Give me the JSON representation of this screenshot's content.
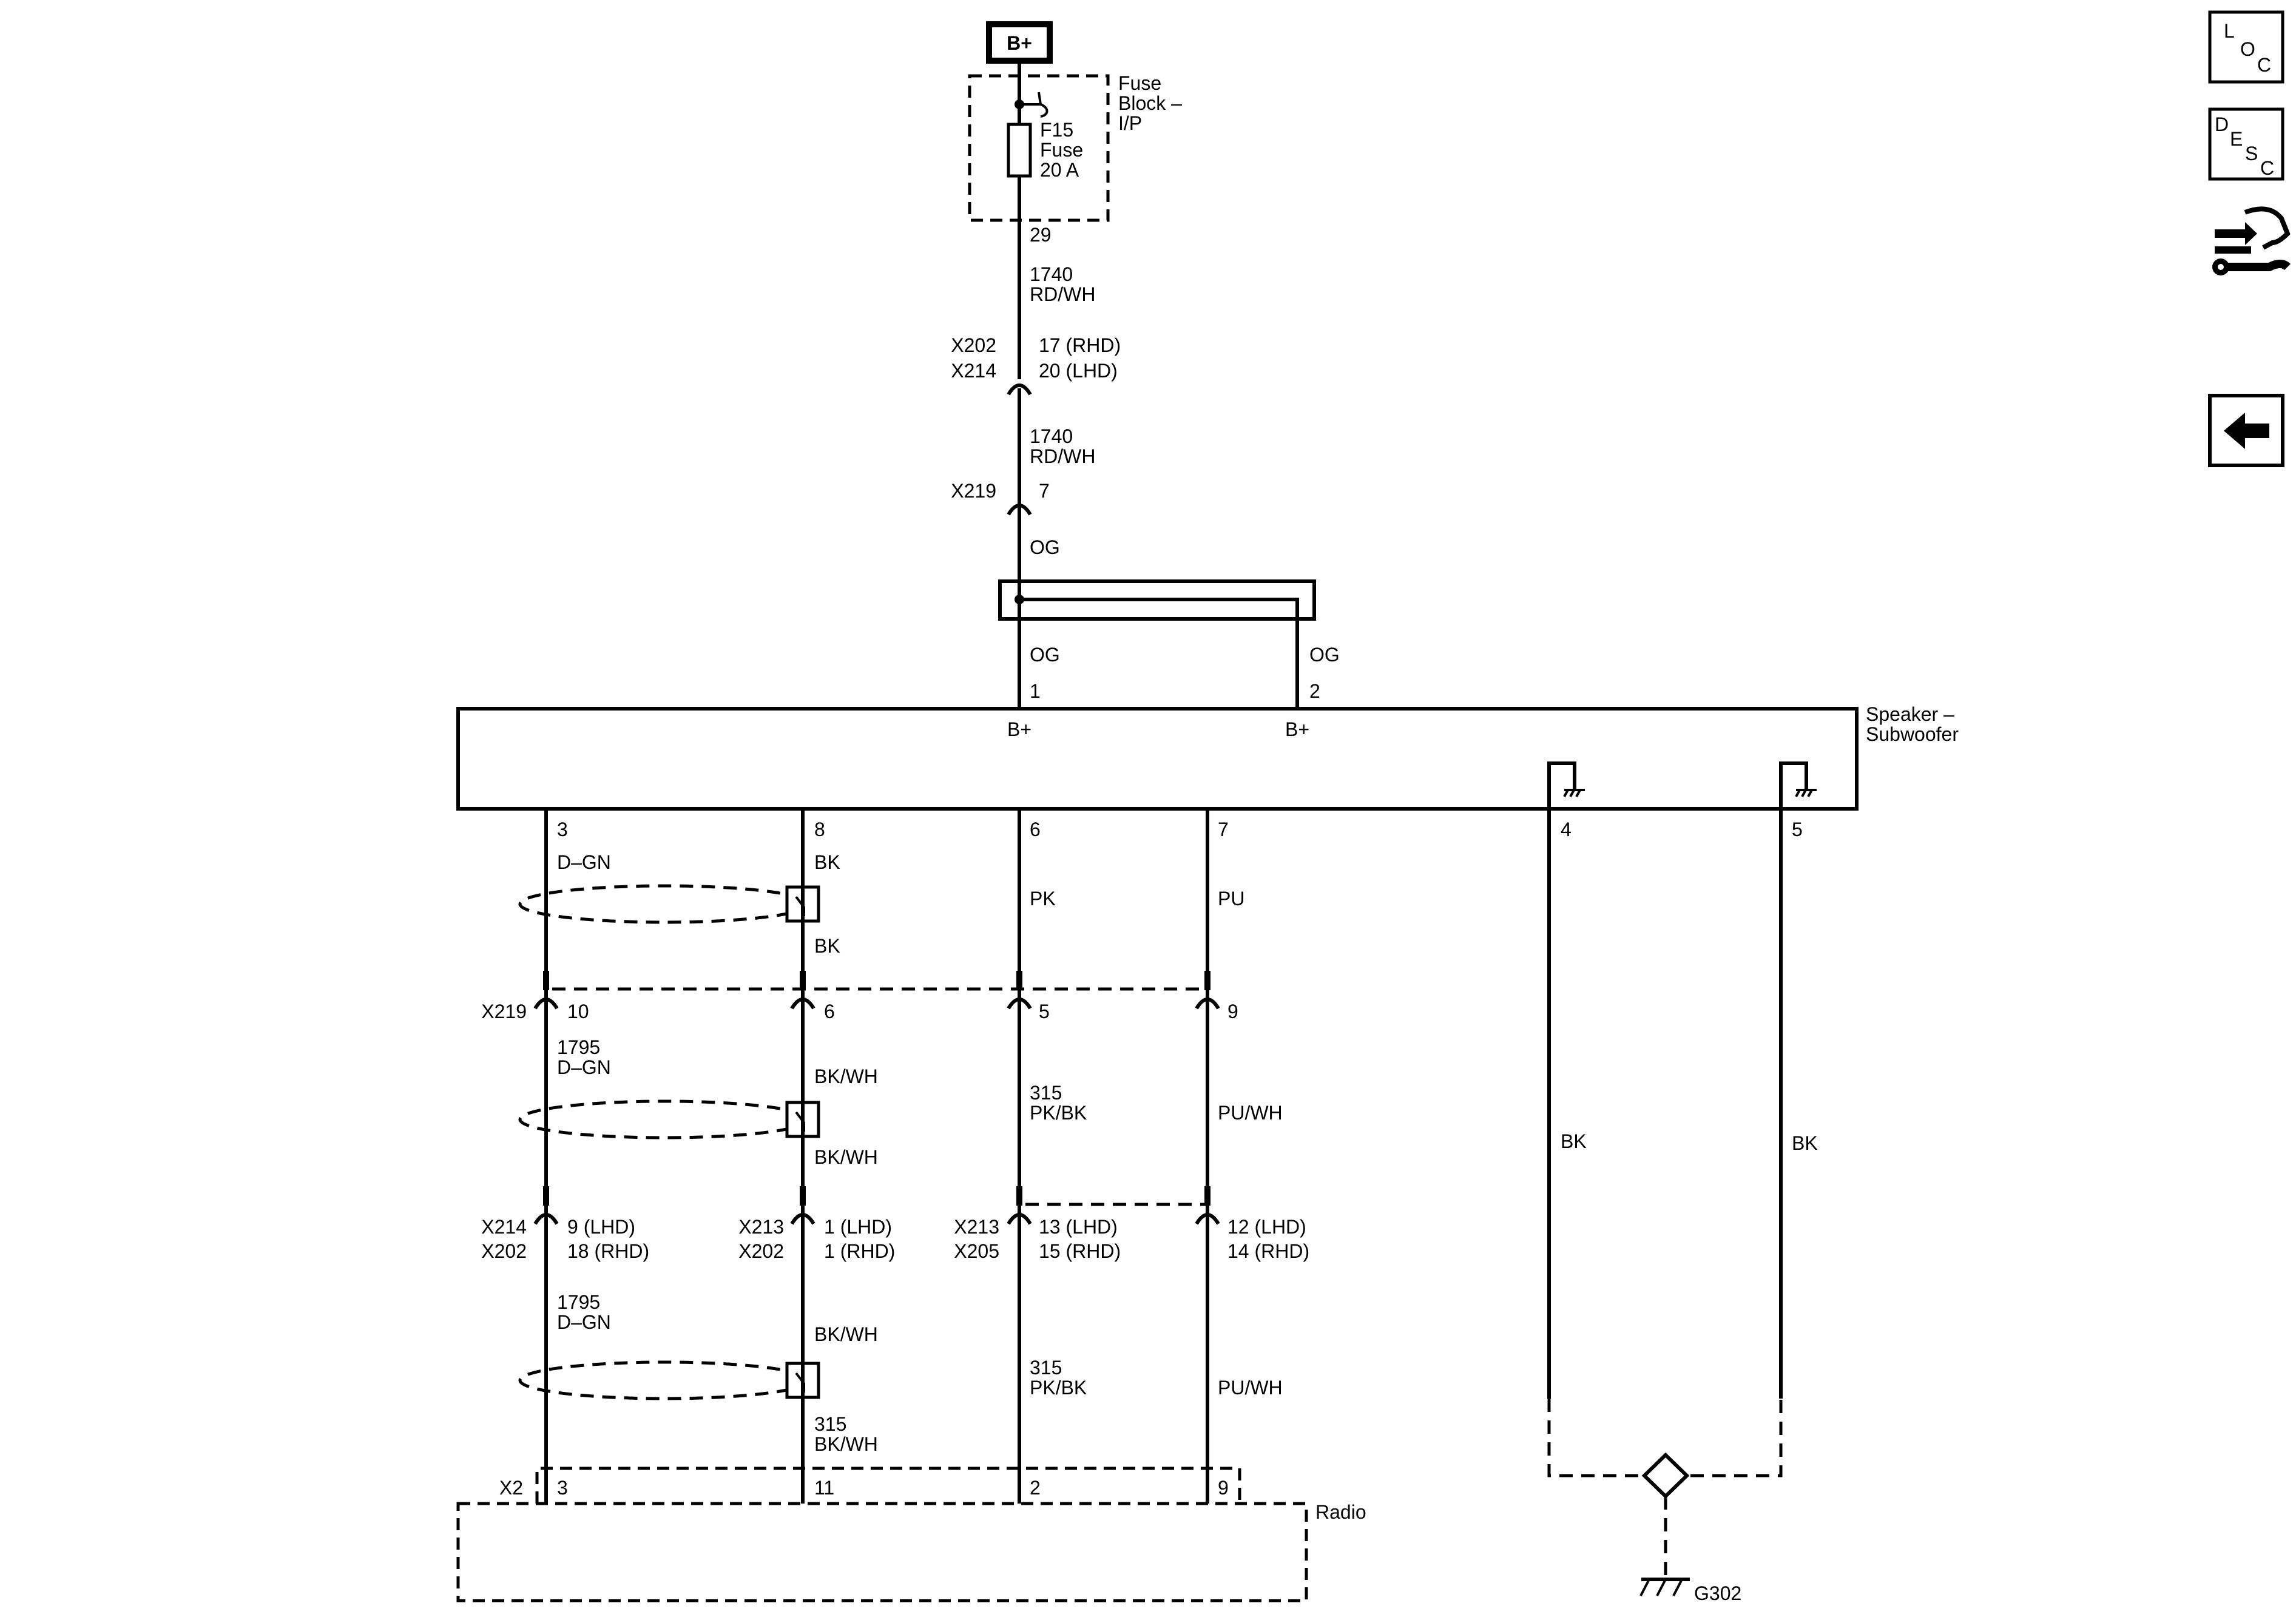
{
  "power": {
    "supply_label": "B+"
  },
  "fuse_block": {
    "line1": "Fuse",
    "line2": "Block –",
    "line3": "I/P"
  },
  "fuse": {
    "id": "F15",
    "type": "Fuse",
    "rating": "20 A",
    "pin": "29"
  },
  "feed": {
    "circuit1": "1740",
    "color1": "RD/WH",
    "conn_a": "X202",
    "conn_b": "X214",
    "pin_rhd": "17 (RHD)",
    "pin_lhd": "20 (LHD)",
    "circuit2": "1740",
    "color2": "RD/WH",
    "conn_c": "X219",
    "pin_c": "7",
    "color3": "OG",
    "color4": "OG",
    "color5": "OG"
  },
  "subwoofer": {
    "name1": "Speaker –",
    "name2": "Subwoofer",
    "bplus1": "B+",
    "bplus2": "B+",
    "pin_in1": "1",
    "pin_in2": "2",
    "gnd_pin1": "4",
    "gnd_pin2": "5",
    "gnd_color1": "BK",
    "gnd_color2": "BK"
  },
  "outputs": {
    "pins": [
      "3",
      "8",
      "6",
      "7"
    ],
    "colors": [
      "D–GN",
      "BK",
      "PK",
      "PU"
    ],
    "drain_color": "BK"
  },
  "x219_row": {
    "conn": "X219",
    "pins": [
      "10",
      "6",
      "5",
      "9"
    ]
  },
  "mid_wires": {
    "c1_num": "1795",
    "c1_color": "D–GN",
    "c2_color_a": "BK/WH",
    "c2_color_b": "BK/WH",
    "c3_num": "315",
    "c3_color": "PK/BK",
    "c4_color": "PU/WH"
  },
  "inline_row": {
    "c1_conn_a": "X214",
    "c1_conn_b": "X202",
    "c1_pin_a": "9 (LHD)",
    "c1_pin_b": "18 (RHD)",
    "c2_conn_a": "X213",
    "c2_conn_b": "X202",
    "c2_pin_a": "1 (LHD)",
    "c2_pin_b": "1 (RHD)",
    "c3_conn_a": "X213",
    "c3_conn_b": "X205",
    "c3_pin_a": "13 (LHD)",
    "c3_pin_b": "15 (RHD)",
    "c4_pin_a": "12 (LHD)",
    "c4_pin_b": "14 (RHD)"
  },
  "low_wires": {
    "c1_num": "1795",
    "c1_color": "D–GN",
    "c2_color_a": "BK/WH",
    "c2_num_b": "315",
    "c2_color_b": "BK/WH",
    "c3_num": "315",
    "c3_color": "PK/BK",
    "c4_color": "PU/WH"
  },
  "radio": {
    "name": "Radio",
    "conn": "X2",
    "pins": [
      "3",
      "11",
      "2",
      "9"
    ]
  },
  "ground": {
    "id": "G302"
  },
  "sidebar": {
    "loc": [
      "L",
      "O",
      "C"
    ],
    "desc": [
      "D",
      "E",
      "S",
      "C"
    ]
  }
}
